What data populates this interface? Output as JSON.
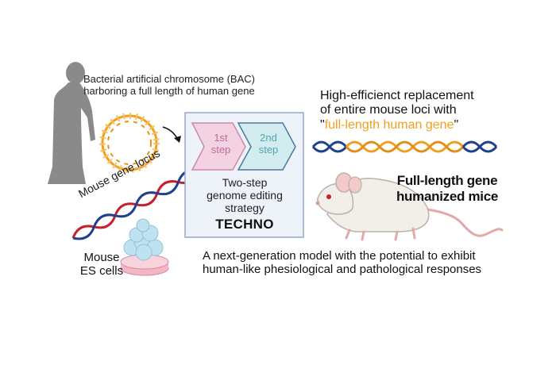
{
  "bac_label": {
    "line1": "Bacterial artificial chromosome (BAC)",
    "line2": "harboring a full length of human gene"
  },
  "locus_label": "Mouse gene locus",
  "es_label": {
    "line1": "Mouse",
    "line2": "ES cells"
  },
  "strategy_box": {
    "step1": {
      "line1": "1st",
      "line2": "step"
    },
    "step2": {
      "line1": "2nd",
      "line2": "step"
    },
    "description": {
      "line1": "Two-step",
      "line2": "genome editing",
      "line3": "strategy"
    },
    "name": "TECHNO"
  },
  "headline": {
    "line1": "High-efficienct replacement",
    "line2": "of entire mouse loci with",
    "quote_open": "\"",
    "highlight": "full-length human gene",
    "quote_close": "\""
  },
  "mice_label": {
    "line1": "Full-length gene",
    "line2": "humanized mice"
  },
  "description": {
    "line1": "A next-generation model with the potential to exhibit",
    "line2": "human-like phesiological and pathological responses"
  },
  "colors": {
    "bac_orange": "#f0a020",
    "dna_blue": "#1f3f8f",
    "dna_red": "#c8202a",
    "step1_fill": "#f3d3e2",
    "step1_text": "#c06a9a",
    "step2_fill": "#d3ecef",
    "step2_text": "#4aa8b0",
    "box_fill": "#eef2f9",
    "box_border": "#97a7c8",
    "silhouette": "#8a8a8a"
  }
}
